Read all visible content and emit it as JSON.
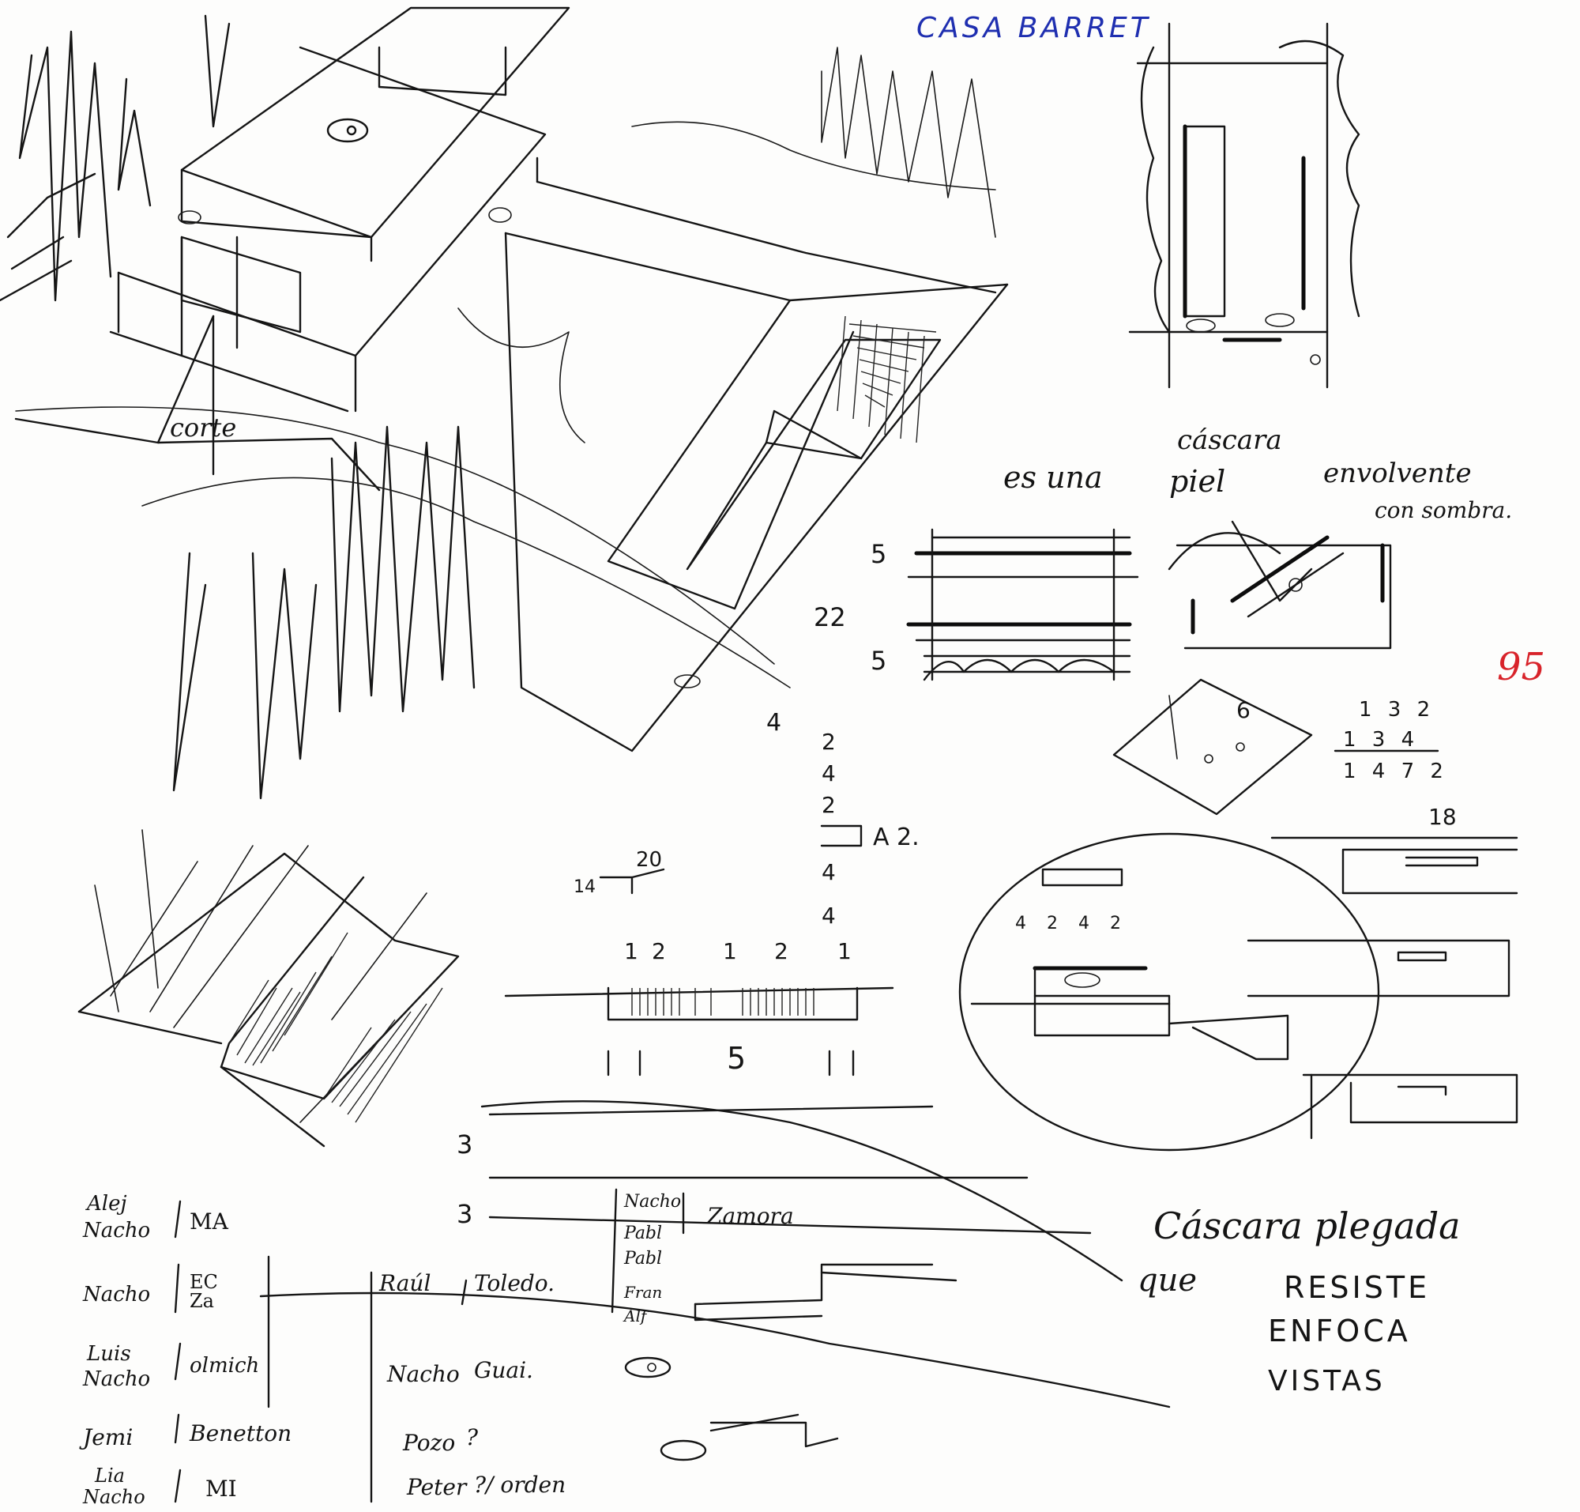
{
  "title": "CASA BARRET",
  "title_color": "#1f2fb0",
  "page_number": "95",
  "page_number_color": "#d8232a",
  "ink_color": "#151515",
  "annotations": {
    "corte": "corte",
    "es_una": "es una",
    "cascara": "cáscara",
    "piel": "piel",
    "envolvente": "envolvente",
    "con_sombra": "con sombra.",
    "cascara_plegada": "Cáscara plegada",
    "que": "que",
    "resiste": "RESISTE",
    "enfoca": "ENFOCA",
    "vistas": "VISTAS"
  },
  "dimensions": {
    "d5_top": "5",
    "d22": "22",
    "d5_bottom": "5",
    "d20": "20",
    "d14": "14",
    "d18": "18",
    "d4": "4",
    "d3_a": "3",
    "d3_b": "3",
    "d5_center": "5",
    "d6": "6",
    "section_stack": [
      "2",
      "4",
      "2",
      "4",
      "4"
    ],
    "section_label": "A 2.",
    "top_marks": [
      "1",
      "2",
      "1",
      "2",
      "1"
    ],
    "circle_marks": [
      "4",
      "2",
      "4",
      "2"
    ],
    "sum_rows": [
      "1 3 2",
      "1 3 4",
      "1 4 7 2"
    ]
  },
  "assignments_left": [
    {
      "names": [
        "Alej",
        "Nacho"
      ],
      "place": "MA"
    },
    {
      "names": [
        "Nacho"
      ],
      "place": "EC Za"
    },
    {
      "names": [
        "Luis",
        "Nacho"
      ],
      "place": "olmich"
    },
    {
      "names": [
        "Jemi"
      ],
      "place": "Benetton"
    },
    {
      "names": [
        "Lia",
        "Nacho"
      ],
      "place": "MI"
    }
  ],
  "assignments_middle": [
    {
      "names": "Raúl",
      "place": "Toledo."
    },
    {
      "names": "Nacho",
      "place": "Guai."
    },
    {
      "names": "Pozo",
      "place": "?"
    },
    {
      "names": "Peter",
      "place": "?/ orden"
    }
  ],
  "assignments_right": {
    "names": [
      "Nacho",
      "Pabl",
      "Pabl",
      "Fran",
      "Alf"
    ],
    "place": "Zamora"
  }
}
